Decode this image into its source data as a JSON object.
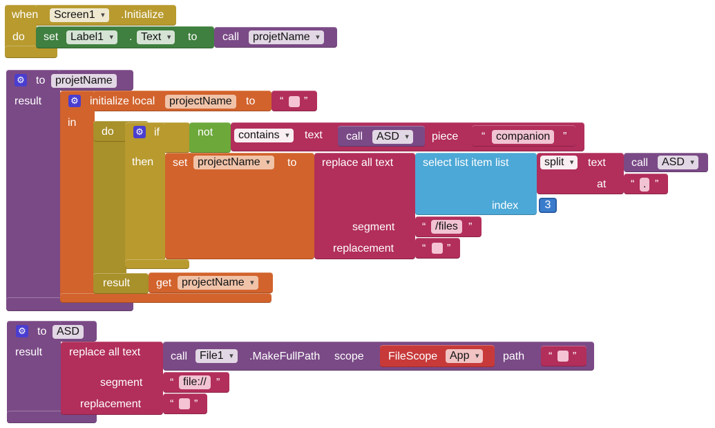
{
  "when_block": {
    "when_kw": "when",
    "component": "Screen1",
    "event": ".Initialize",
    "do_kw": "do",
    "set_kw": "set",
    "target": "Label1",
    "dot": ".",
    "property": "Text",
    "to_kw": "to",
    "call_kw": "call",
    "proc": "projetName"
  },
  "proc1": {
    "to_kw": "to",
    "name": "projetName",
    "result_kw": "result",
    "init_kw": "initialize local",
    "var": "projectName",
    "init_to": "to",
    "open_q": "“",
    "close_q": "”",
    "in_kw": "in",
    "do_kw": "do",
    "if_kw": "if",
    "not_kw": "not",
    "contains_op": "contains",
    "text_kw": "text",
    "call_kw": "call",
    "call_proc": "ASD",
    "piece_kw": "piece",
    "piece_str": "companion",
    "then_kw": "then",
    "set_kw": "set",
    "set_var": "projectName",
    "set_to": "to",
    "replace_kw": "replace all text",
    "select_kw": "select list item  list",
    "split_op": "split",
    "split_text_kw": "text",
    "split_call_kw": "call",
    "split_call_proc": "ASD",
    "at_kw": "at",
    "at_str": ".",
    "index_kw": "index",
    "index_val": "3",
    "segment_kw": "segment",
    "segment_str": "/files",
    "replacement_kw": "replacement",
    "inner_result_kw": "result",
    "get_kw": "get",
    "get_var": "projectName"
  },
  "proc2": {
    "to_kw": "to",
    "name": "ASD",
    "result_kw": "result",
    "replace_kw": "replace all text",
    "call_kw": "call",
    "component": "File1",
    "method": ".MakeFullPath",
    "scope_kw": "scope",
    "filescope_kw": "FileScope",
    "scope_val": "App",
    "path_kw": "path",
    "segment_kw": "segment",
    "segment_str": "file://",
    "replacement_kw": "replacement",
    "open_q": "“",
    "close_q": "”"
  }
}
